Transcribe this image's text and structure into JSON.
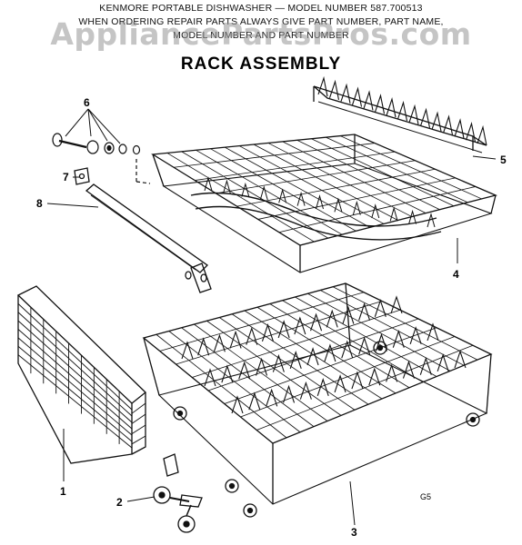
{
  "header": {
    "line1": "KENMORE PORTABLE DISHWASHER — MODEL NUMBER 587.700513",
    "line2": "WHEN ORDERING REPAIR PARTS ALWAYS GIVE PART NUMBER, PART NAME,",
    "line3": "MODEL NUMBER AND PART NUMBER"
  },
  "watermark": "AppliancePartsPros.com",
  "title": "RACK ASSEMBLY",
  "callouts": [
    "1",
    "2",
    "3",
    "4",
    "5",
    "6",
    "7",
    "8"
  ],
  "figure_code": "G5",
  "colors": {
    "ink": "#111111",
    "watermark": "#969696",
    "background": "#ffffff"
  }
}
